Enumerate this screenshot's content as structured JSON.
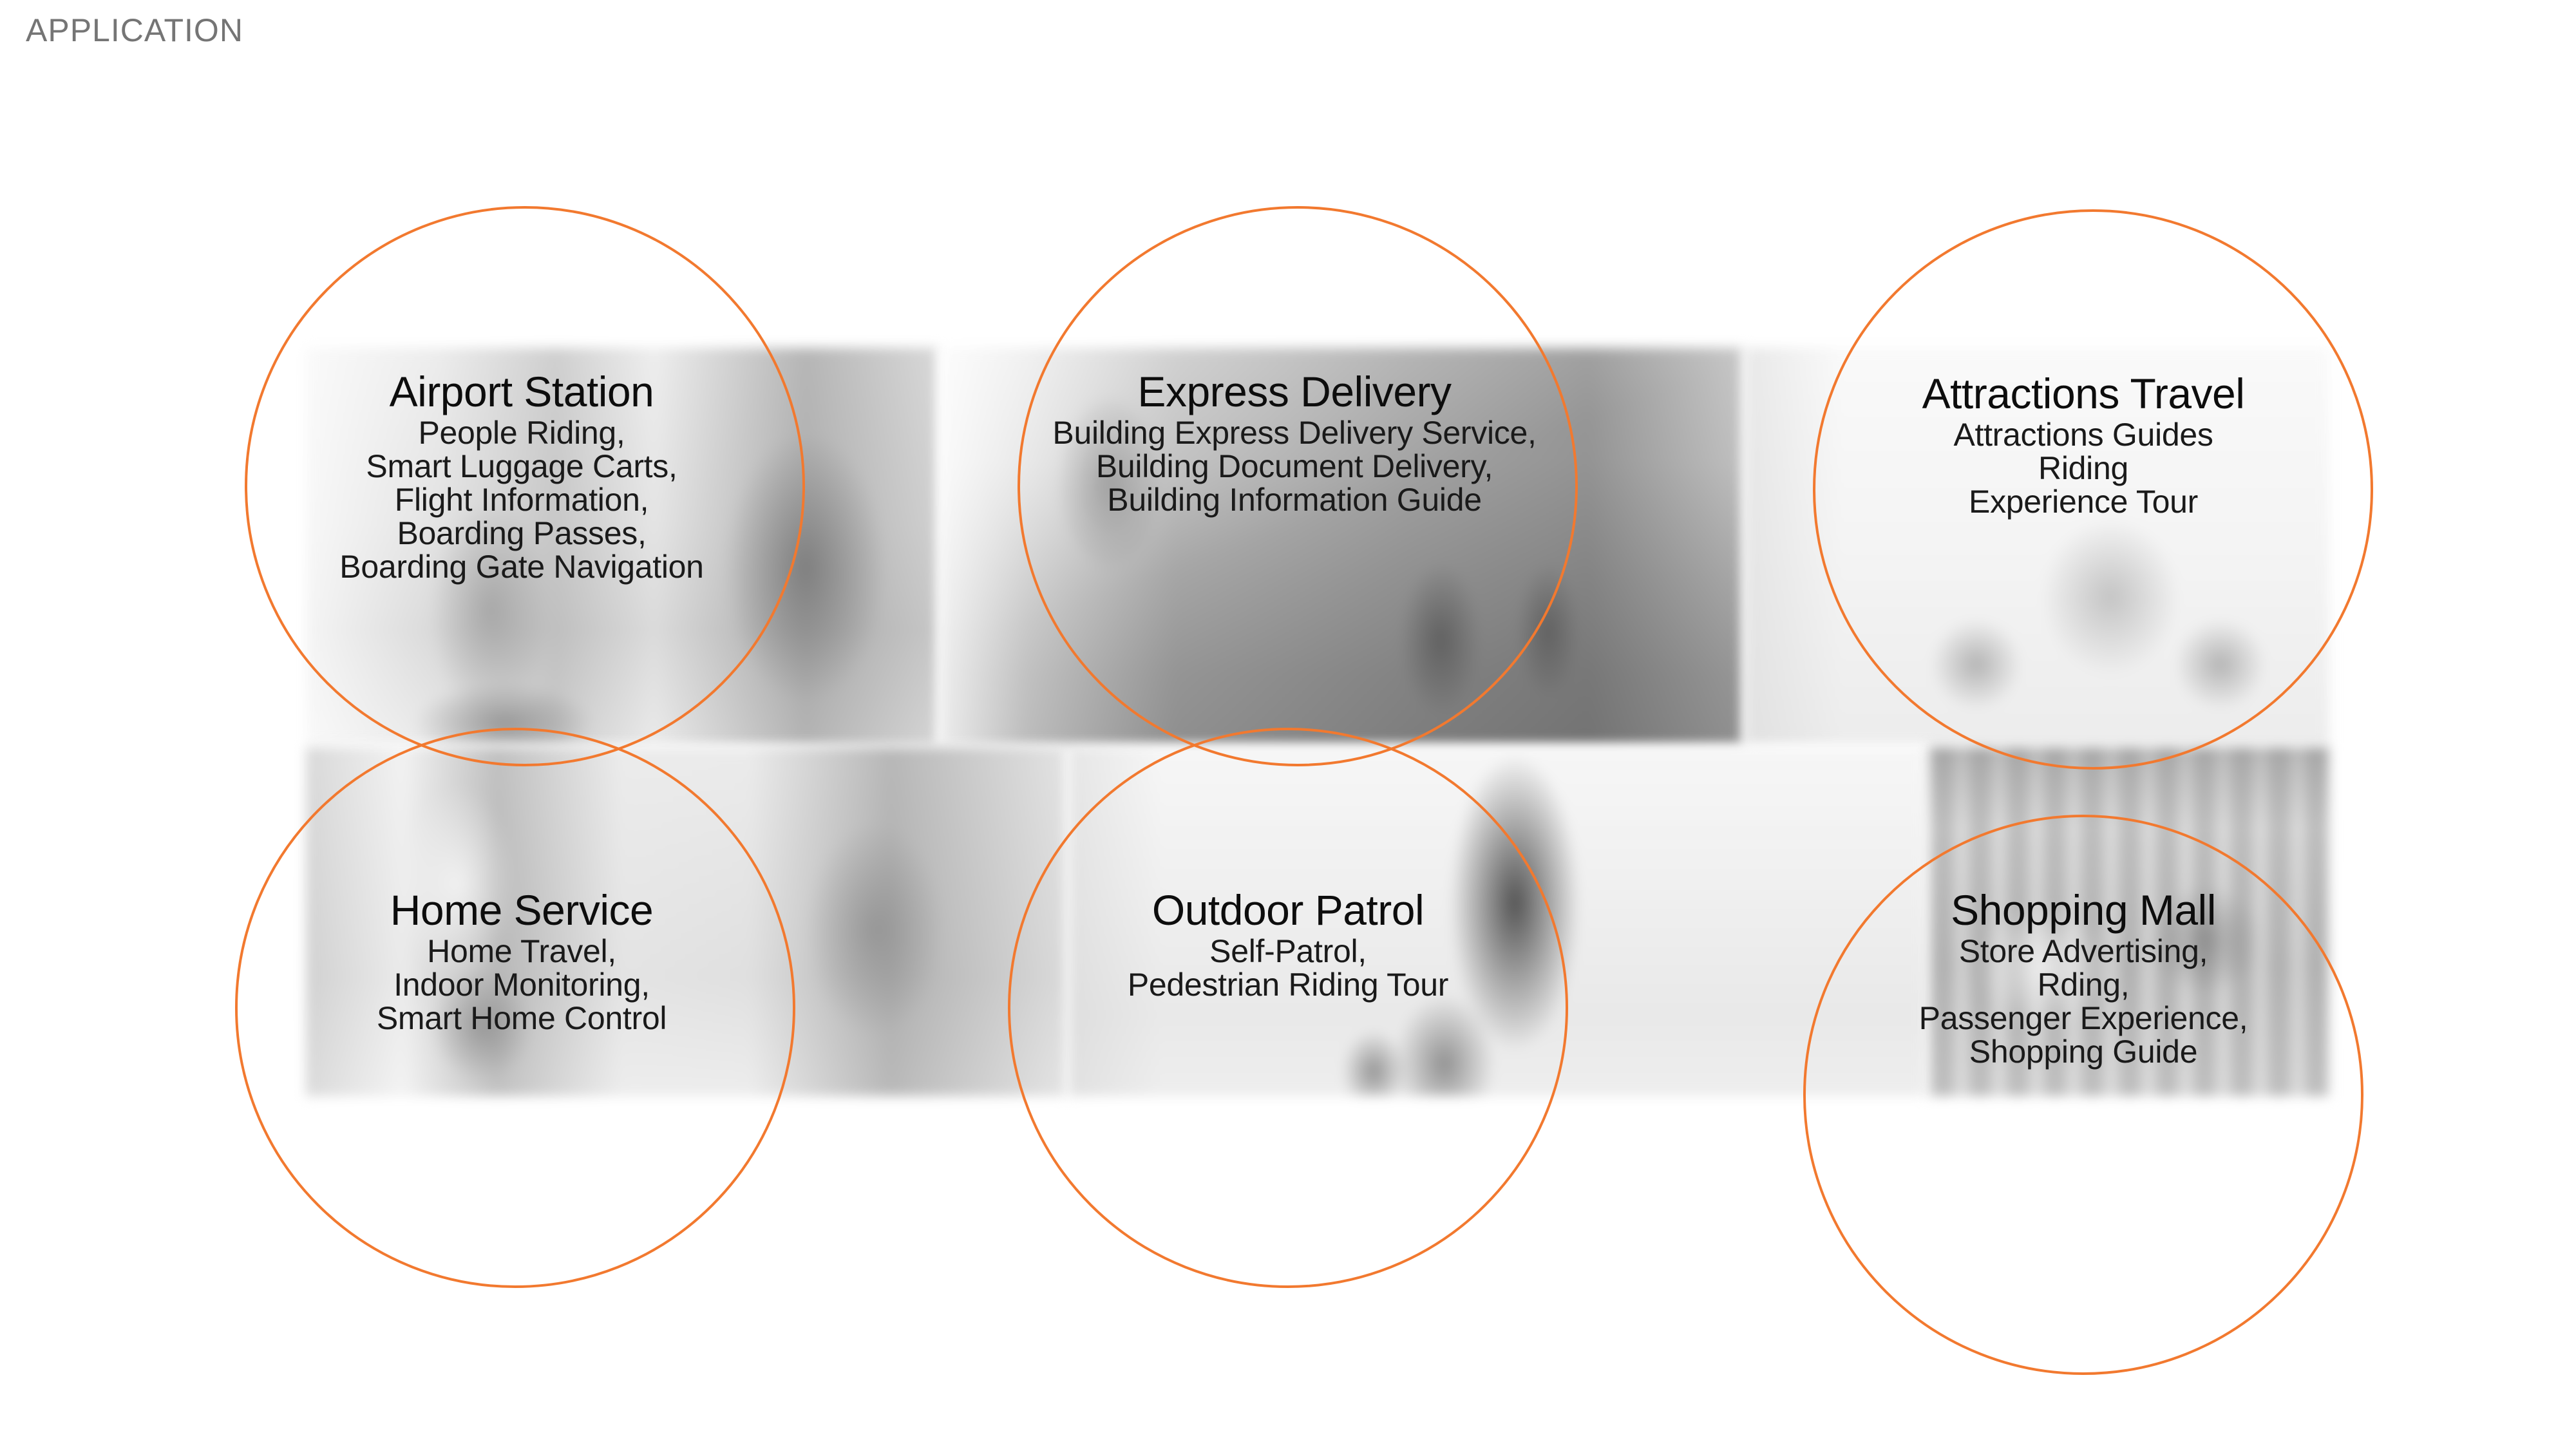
{
  "header": {
    "title": "APPLICATION"
  },
  "theme": {
    "accent_color": "#F2792F",
    "header_color": "#757575",
    "background_color": "#FFFFFF",
    "text_color": "#111111"
  },
  "cells": [
    {
      "id": "airport-station",
      "title": "Airport Station",
      "lines": [
        "People Riding,",
        "Smart Luggage Carts,",
        "Flight Information,",
        "Boarding Passes,",
        "Boarding Gate Navigation"
      ]
    },
    {
      "id": "express-delivery",
      "title": "Express Delivery",
      "lines": [
        "Building Express Delivery Service,",
        "Building Document Delivery,",
        "Building Information Guide"
      ]
    },
    {
      "id": "attractions-travel",
      "title": "Attractions Travel",
      "lines": [
        "Attractions Guides",
        "Riding",
        "Experience Tour"
      ]
    },
    {
      "id": "home-service",
      "title": "Home Service",
      "lines": [
        "Home Travel,",
        "Indoor Monitoring,",
        "Smart Home Control"
      ]
    },
    {
      "id": "outdoor-patrol",
      "title": "Outdoor Patrol",
      "lines": [
        "Self-Patrol,",
        "Pedestrian Riding Tour"
      ]
    },
    {
      "id": "shopping-mall",
      "title": "Shopping Mall",
      "lines": [
        "Store Advertising,",
        "Rding,",
        "Passenger Experience,",
        "Shopping Guide"
      ]
    }
  ]
}
